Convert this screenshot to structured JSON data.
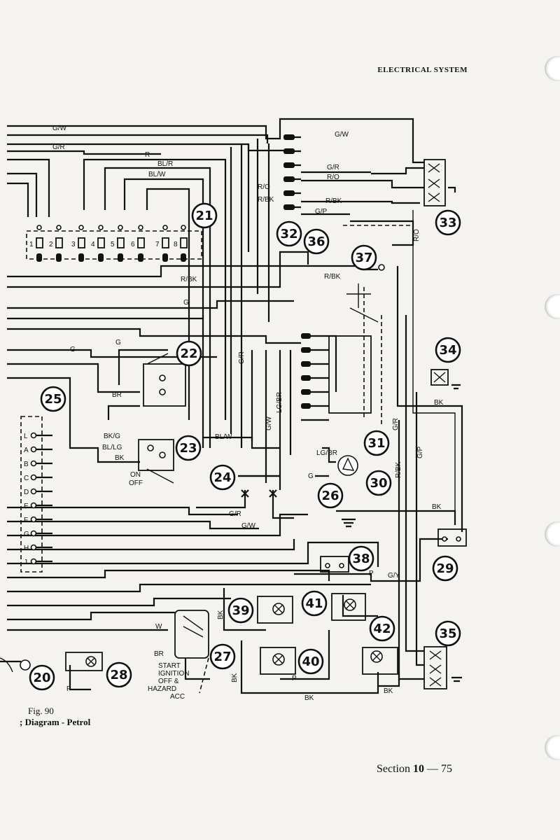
{
  "header": {
    "section_title": "ELECTRICAL SYSTEM"
  },
  "figure": {
    "number": "Fig. 90",
    "title": "; Diagram - Petrol"
  },
  "footer": {
    "section_label": "Section",
    "section_number": "10",
    "separator": "—",
    "page_number": "75"
  },
  "components": [
    "20",
    "21",
    "22",
    "23",
    "24",
    "25",
    "26",
    "27",
    "28",
    "29",
    "30",
    "31",
    "32",
    "33",
    "34",
    "35",
    "36",
    "37",
    "38",
    "39",
    "40",
    "41",
    "42"
  ],
  "wire_labels": {
    "gw_top": "G/W",
    "gr_top": "G/R",
    "r": "R",
    "blr": "BL/R",
    "blw": "BL/W",
    "gw_right": "G/W",
    "gr_right": "G/R",
    "ro_right": "R/O",
    "rbk_right": "R/BK",
    "gp_right": "G/P",
    "ro_left": "R/O",
    "rbk_left": "R/BK",
    "ro_vert": "R/O",
    "rbk_21": "R/BK",
    "rbk_36": "R/BK",
    "g_mid": "G",
    "g_21": "G",
    "g_left": "G",
    "gr_vert": "G/R",
    "br_22": "BR",
    "bkg": "BK/G",
    "bllg": "BL/LG",
    "bk_23": "BK",
    "on": "ON",
    "off": "OFF",
    "blw_mid": "BL/W",
    "gw_vert": "G/W",
    "lgbr_vert": "LG/BR",
    "lgbr_31": "LG/BR",
    "g_26": "G",
    "gr_low": "G/R",
    "gw_low": "G/W",
    "bk_34": "BK",
    "gr_riser": "G/R",
    "gp_riser": "G/P",
    "rbk_riser": "R/BK",
    "bk_29": "BK",
    "p_38": "P",
    "gy": "G/Y",
    "bk_39": "BK",
    "bk_40": "BK",
    "p_40": "P",
    "bk_bottom": "BK",
    "bk_42": "BK",
    "w_27": "W",
    "br_27": "BR",
    "p_28": "P"
  },
  "connector_25": {
    "pins": [
      "L",
      "A",
      "B",
      "C",
      "D",
      "E",
      "F",
      "G",
      "H",
      "J"
    ]
  },
  "fuse_21": {
    "positions": [
      "1",
      "2",
      "3",
      "4",
      "5",
      "6",
      "7",
      "8"
    ]
  },
  "switch_27": {
    "positions": [
      "START",
      "IGNITION",
      "OFF &",
      "HAZARD",
      "ACC"
    ]
  }
}
